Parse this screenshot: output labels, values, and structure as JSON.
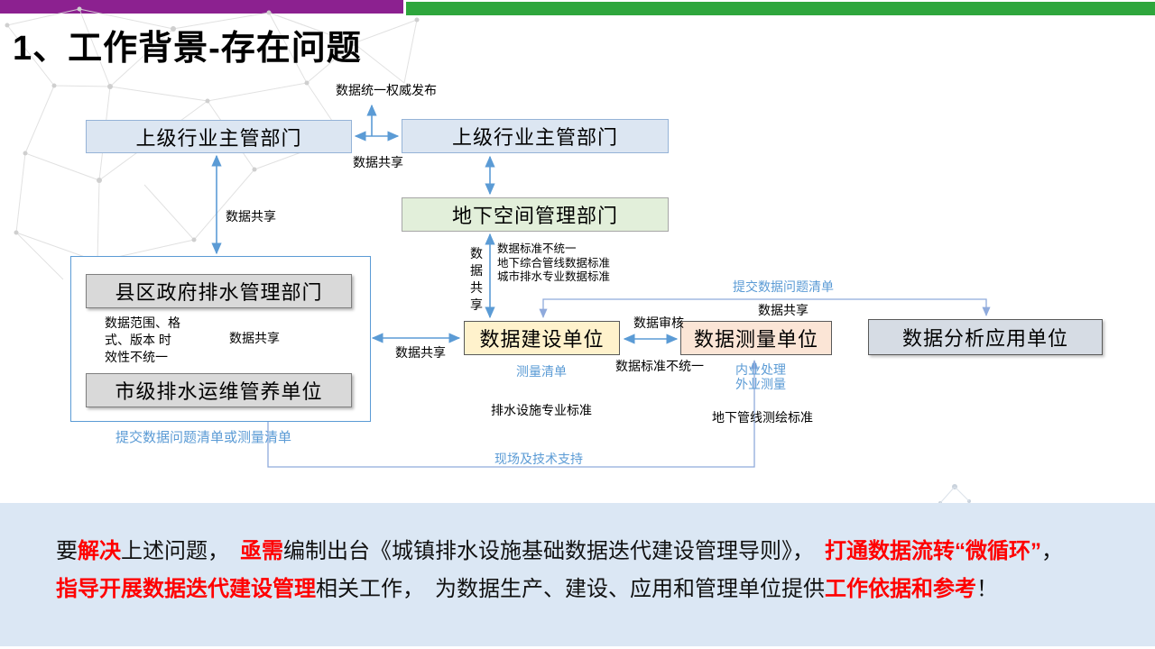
{
  "title": "1、工作背景-存在问题",
  "colors": {
    "top_bar_purple": "#8C2190",
    "top_bar_green": "#2EA63C",
    "arrow_blue": "#5B9BD5",
    "arrow_light": "#8FAADC",
    "bottom_band": "#DBE7F4",
    "highlight_red": "#FF0000"
  },
  "nodes": {
    "upper_left": "上级行业主管部门",
    "upper_right": "上级行业主管部门",
    "underground": "地下空间管理部门",
    "county": "县区政府排水管理部门",
    "city": "市级排水运维管养单位",
    "construction": "数据建设单位",
    "survey": "数据测量单位",
    "analysis": "数据分析应用单位"
  },
  "labels": {
    "publish": "数据统一权威发布",
    "share_top": "数据共享",
    "share_left": "数据共享",
    "share_vertical": "数据共享",
    "standards_block": "数据标准不统一\n地下综合管线数据标准\n城市排水专业数据标准",
    "submit_problem_list": "提交数据问题清单",
    "share_right": "数据共享",
    "audit": "数据审核",
    "standard_mismatch": "数据标准不统一",
    "share_mid": "数据共享",
    "survey_list": "测量清单",
    "field_work": "内业处理\n外业测量",
    "drainage_standard": "排水设施专业标准",
    "pipeline_standard": "地下管线测绘标准",
    "share_container": "数据共享",
    "scope_block": "数据范围、格\n式、版本  时\n效性不统一",
    "submit_or_survey": "提交数据问题清单或测量清单",
    "site_support": "现场及技术支持"
  },
  "bottom": {
    "lines": [
      [
        {
          "t": "要"
        },
        {
          "t": "解决",
          "red": true
        },
        {
          "t": "上述问题，　"
        },
        {
          "t": "亟需",
          "red": true
        },
        {
          "t": "编制出台《城镇排水设施基础数据迭代建设管理导则》，　"
        },
        {
          "t": "打通数据流转“微循环”",
          "red": true
        },
        {
          "t": "，"
        }
      ],
      [
        {
          "t": "指导开展数据迭代建设管理",
          "red": true
        },
        {
          "t": "相关工作，　为数据生产、建设、应用和管理单位提供"
        },
        {
          "t": "工作依据和参考",
          "red": true
        },
        {
          "t": "！"
        }
      ]
    ]
  }
}
